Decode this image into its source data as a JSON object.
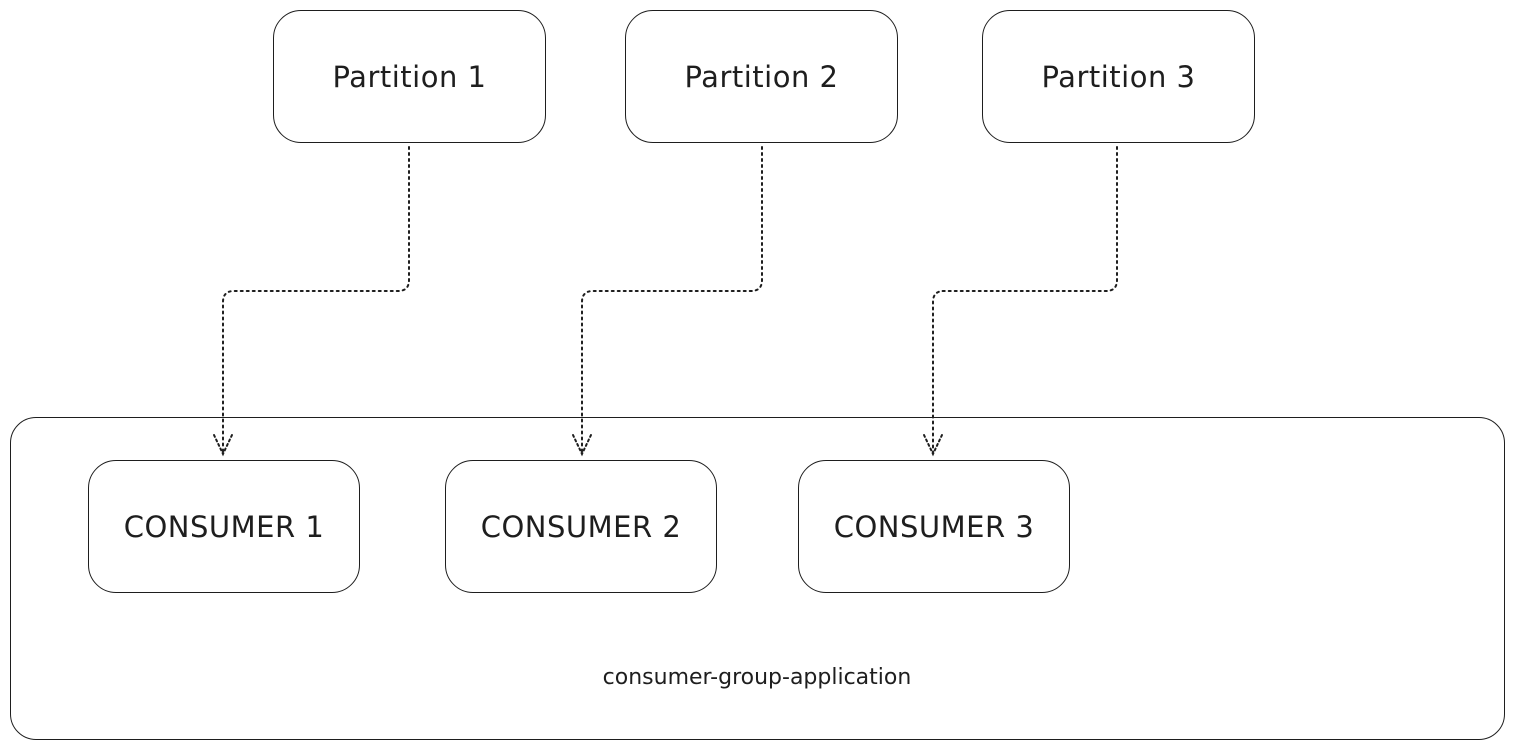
{
  "partitions": [
    {
      "label": "Partition 1"
    },
    {
      "label": "Partition 2"
    },
    {
      "label": "Partition 3"
    }
  ],
  "consumers": [
    {
      "label": "CONSUMER 1"
    },
    {
      "label": "CONSUMER 2"
    },
    {
      "label": "CONSUMER 3"
    }
  ],
  "group": {
    "label": "consumer-group-application"
  },
  "edges": [
    {
      "from": "Partition 1",
      "to": "CONSUMER 1",
      "style": "dotted-arrow"
    },
    {
      "from": "Partition 2",
      "to": "CONSUMER 2",
      "style": "dotted-arrow"
    },
    {
      "from": "Partition 3",
      "to": "CONSUMER 3",
      "style": "dotted-arrow"
    }
  ],
  "colors": {
    "stroke": "#1e1e1e",
    "background": "#ffffff"
  }
}
